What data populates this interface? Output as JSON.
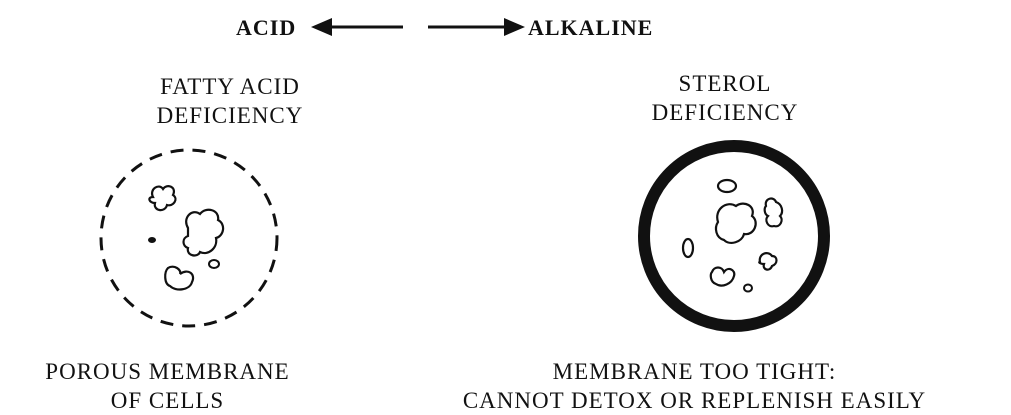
{
  "direction": {
    "left_label": "ACID",
    "right_label": "ALKALINE"
  },
  "left_panel": {
    "heading_line1": "FATTY ACID",
    "heading_line2": "DEFICIENCY",
    "caption_line1": "POROUS MEMBRANE",
    "caption_line2": "OF CELLS",
    "membrane_style": "dashed"
  },
  "right_panel": {
    "heading_line1": "STEROL",
    "heading_line2": "DEFICIENCY",
    "caption_line1": "MEMBRANE TOO TIGHT:",
    "caption_line2": "CANNOT DETOX OR REPLENISH EASILY",
    "membrane_style": "thick-solid"
  },
  "colors": {
    "ink": "#111111",
    "background": "#ffffff"
  }
}
